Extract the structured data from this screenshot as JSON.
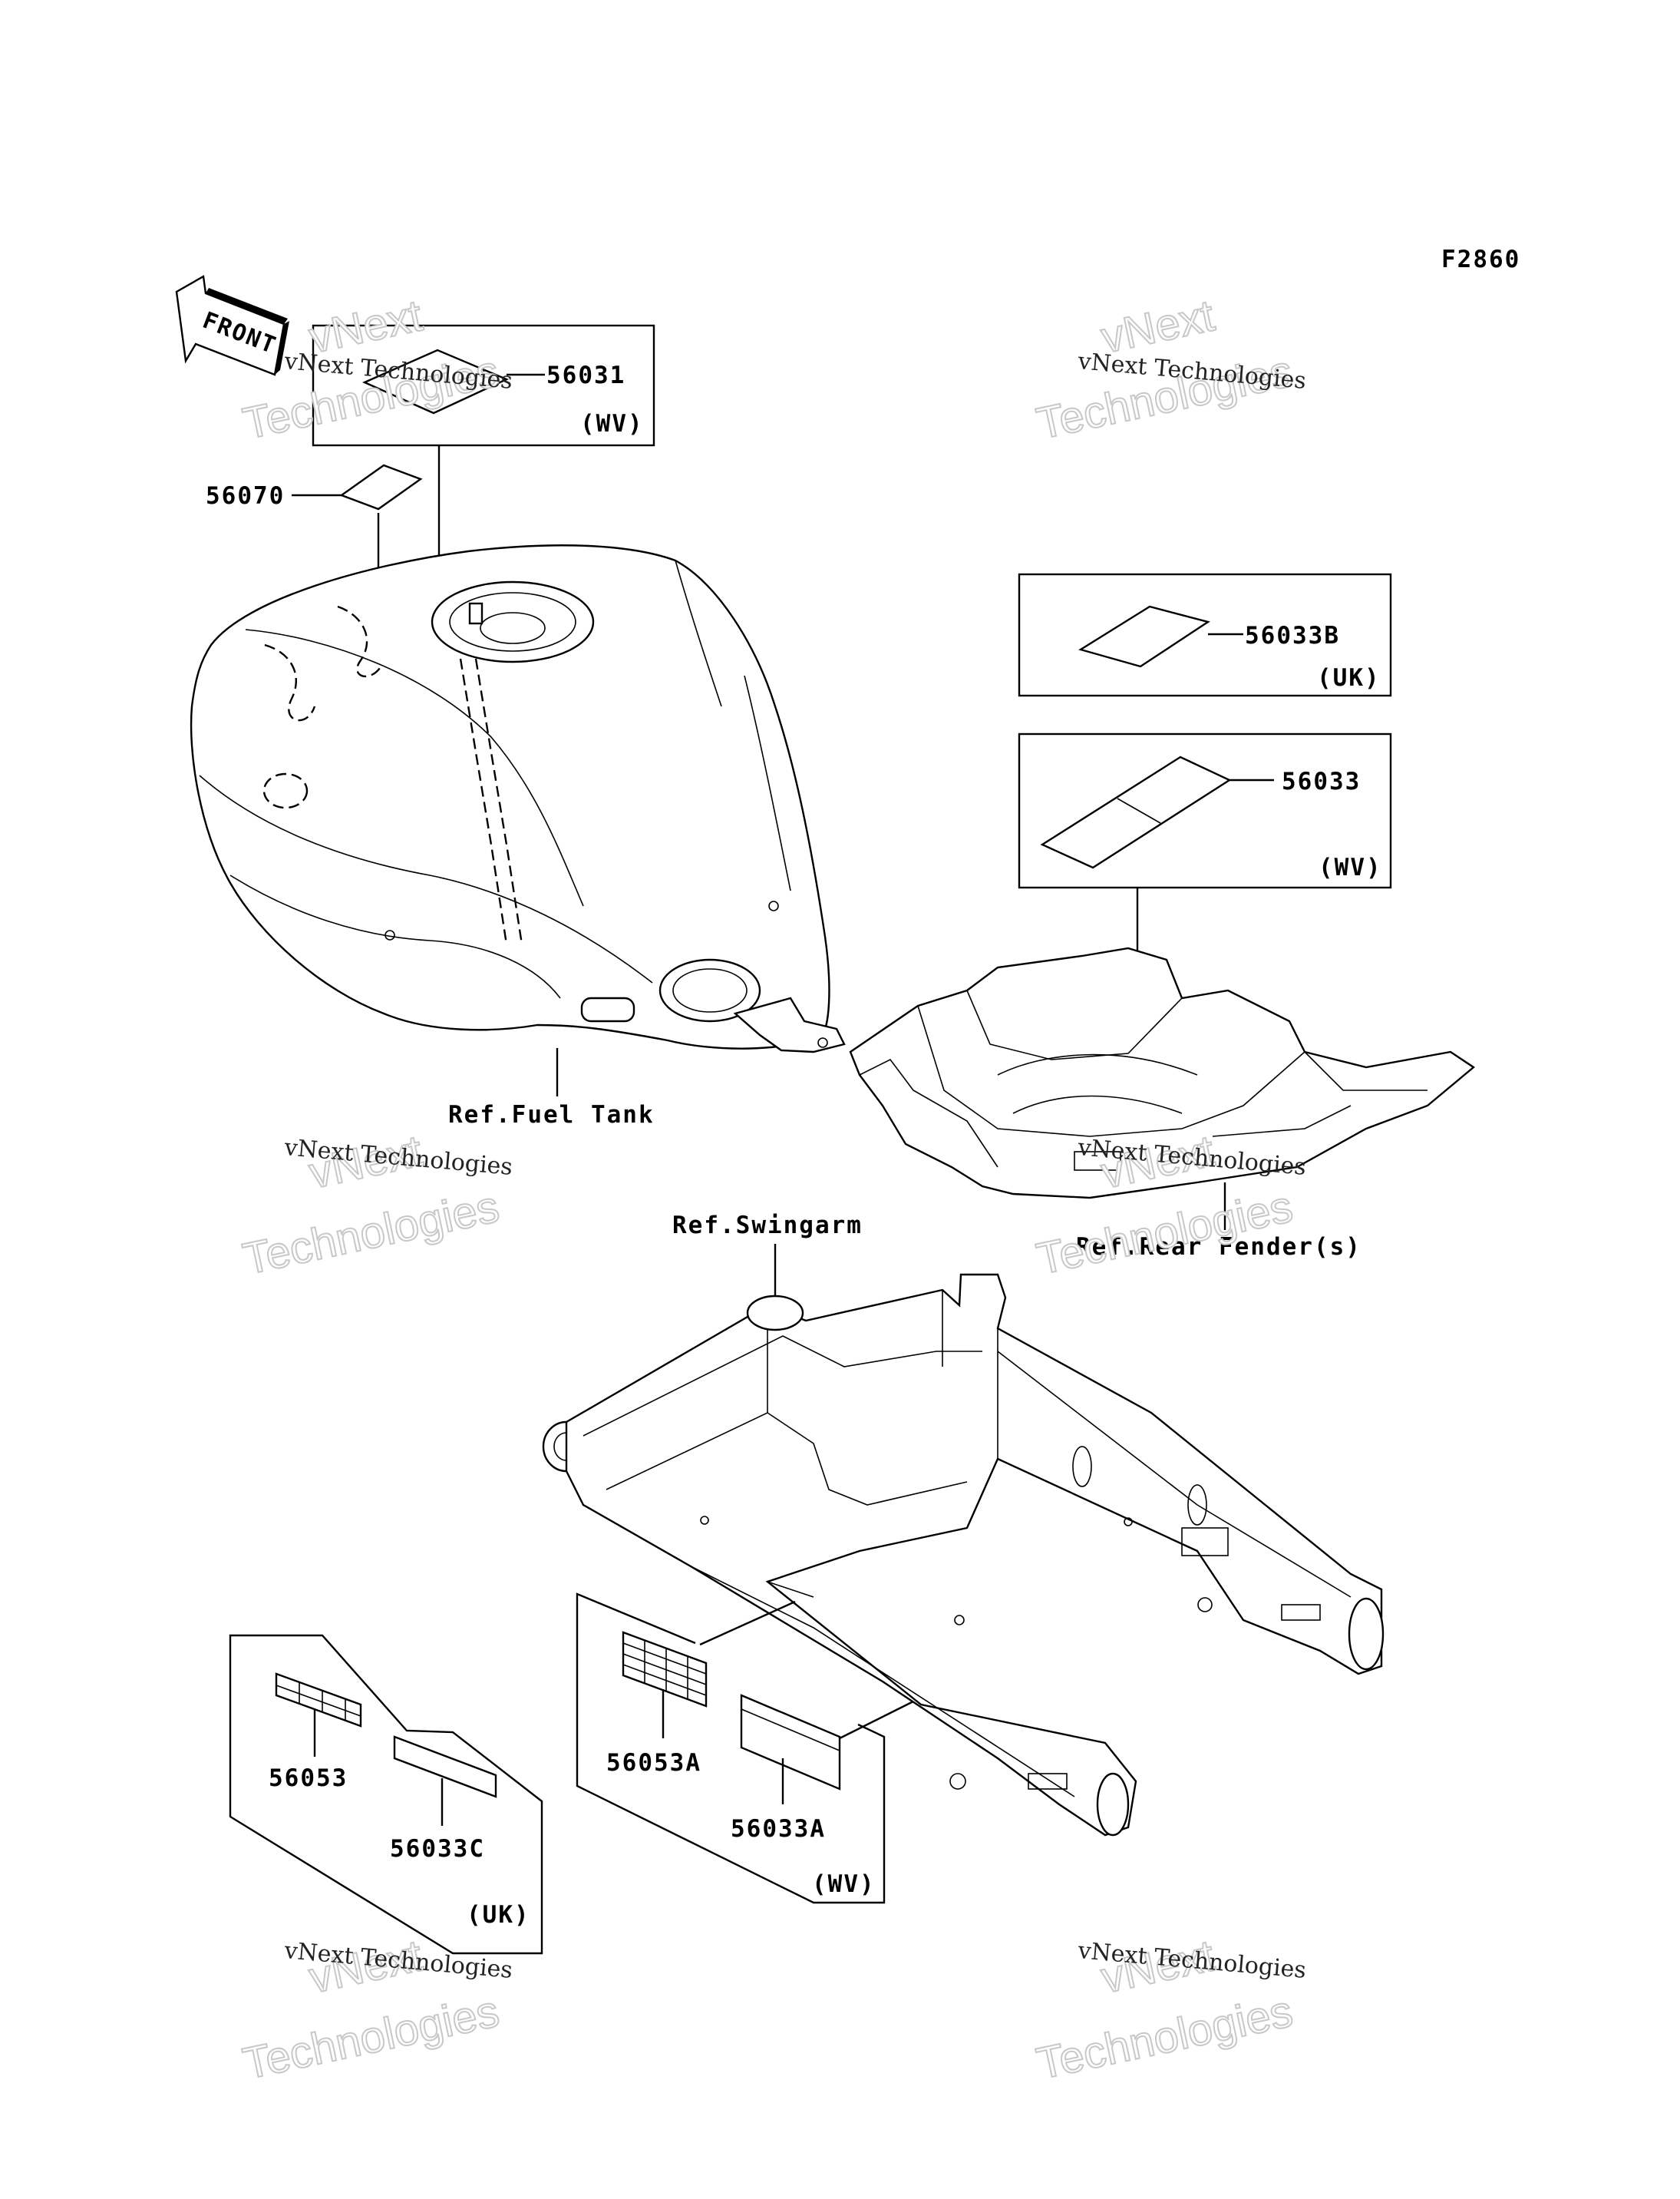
{
  "figure_code": "F2860",
  "front_arrow_text": "FRONT",
  "callouts": {
    "p56031": "56031",
    "p56031_variant": "(WV)",
    "p56070": "56070",
    "p56033B": "56033B",
    "p56033B_variant": "(UK)",
    "p56033": "56033",
    "p56033_variant": "(WV)",
    "p56053": "56053",
    "p56033C": "56033C",
    "uk_group_variant": "(UK)",
    "p56053A": "56053A",
    "p56033A": "56033A",
    "wv_group_variant": "(WV)"
  },
  "references": {
    "fuel_tank": "Ref.Fuel Tank",
    "rear_fender": "Ref.Rear Fender(s)",
    "swingarm": "Ref.Swingarm"
  },
  "watermark": {
    "line1": "vNext Technologies",
    "big1": "vNext",
    "big2": "Technologies"
  }
}
